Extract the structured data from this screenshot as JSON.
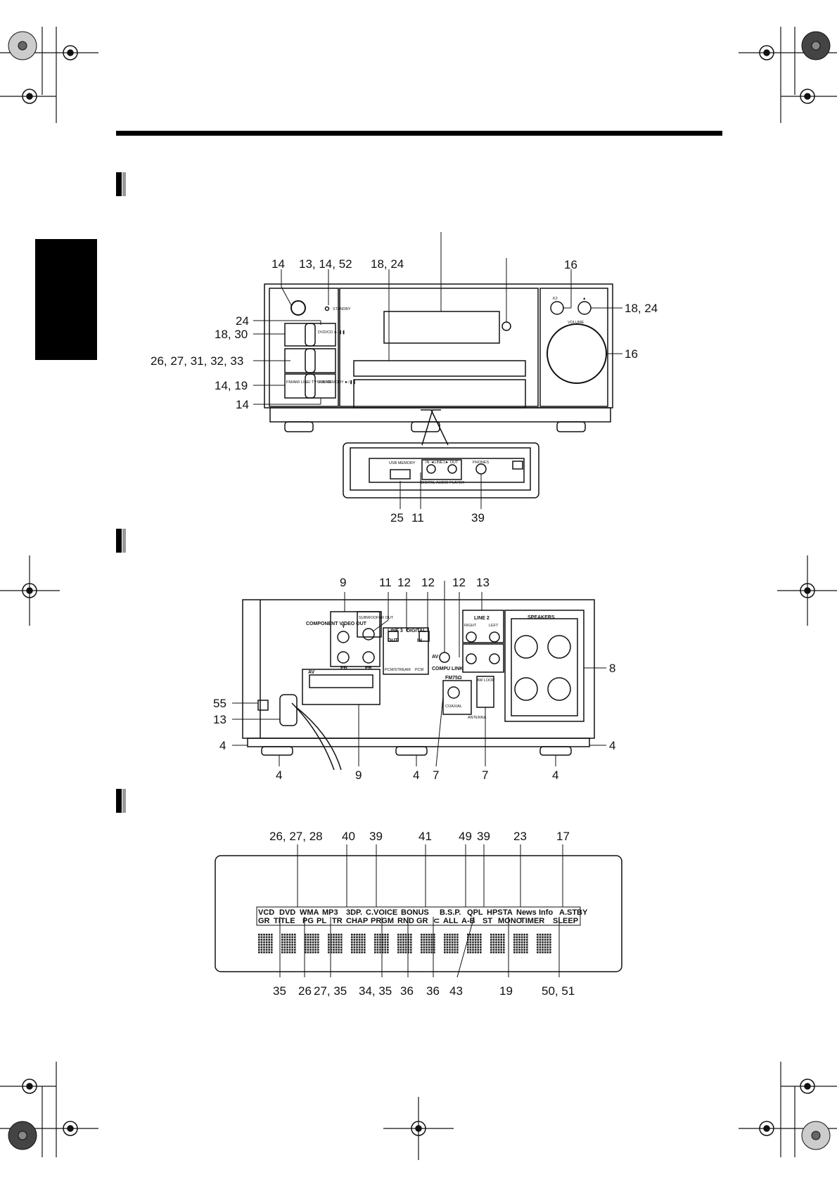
{
  "front_panel": {
    "callouts": [
      "14",
      "13, 14, 52",
      "18, 24",
      "16",
      "18, 24",
      "24",
      "18, 30",
      "16",
      "26, 27, 31, 32, 33",
      "14, 19",
      "14",
      "25",
      "11",
      "39"
    ],
    "labels": {
      "standby": "STANDBY",
      "k2": "K2",
      "eject": "▲",
      "volume": "VOLUME",
      "dvd_play": "DVD/CD ►/❚❚",
      "fm_am": "FM/AM/ LINE/ TV SOUND",
      "usb_memory_btn": "USB MEMORY ►/❚❚",
      "usb_memory": "USB MEMORY",
      "line_in_out": "IN ◄LINE1► OUT",
      "digital_audio_player": "DIGITAL AUDIO PLAYER",
      "phones": "PHONES"
    }
  },
  "rear_panel": {
    "callouts": [
      "9",
      "11",
      "12",
      "12",
      "12",
      "13",
      "8",
      "55",
      "13",
      "4",
      "4",
      "4",
      "9",
      "4",
      "7",
      "7",
      "4"
    ],
    "labels": {
      "component_video_out": "COMPONENT VIDEO OUT",
      "y": "Y",
      "pb": "PB",
      "pr": "PR",
      "subwoofer_out": "SUBWOOFER OUT",
      "line3": "LINE 3",
      "out": "OUT",
      "digital": "DIGITAL",
      "in": "IN",
      "pcm_stream": "PCM/STREAM",
      "pcm": "PCM",
      "av": "AV",
      "compu_link": "COMPU LINK",
      "line2": "LINE 2",
      "right": "RIGHT",
      "left": "LEFT",
      "speakers": "SPEAKERS",
      "av_scart": "AV",
      "fm75": "FM75Ω",
      "coaxial": "COAXIAL",
      "am_loop": "AM LOOP",
      "antenna": "ANTENNA"
    }
  },
  "display": {
    "callouts_top": [
      "26, 27, 28",
      "40",
      "39",
      "41",
      "49",
      "39",
      "23",
      "17"
    ],
    "callouts_bottom": [
      "35",
      "26",
      "27, 35",
      "34, 35",
      "36",
      "36",
      "43",
      "19",
      "50, 51"
    ],
    "row1": [
      "VCD",
      "DVD",
      "WMA",
      "MP3",
      "3DP.",
      "C.VOICE",
      "BONUS",
      "B.S.P.",
      "QPL",
      "HPS",
      "TA",
      "News",
      "Info",
      "A.STBY"
    ],
    "row2": [
      "GR",
      "TITLE",
      "PG",
      "PL",
      "TR",
      "CHAP",
      "PRGM",
      "RND",
      "GR",
      "⊂",
      "ALL",
      "A-B",
      "ST",
      "MONO",
      "TIMER",
      "SLEEP"
    ]
  }
}
